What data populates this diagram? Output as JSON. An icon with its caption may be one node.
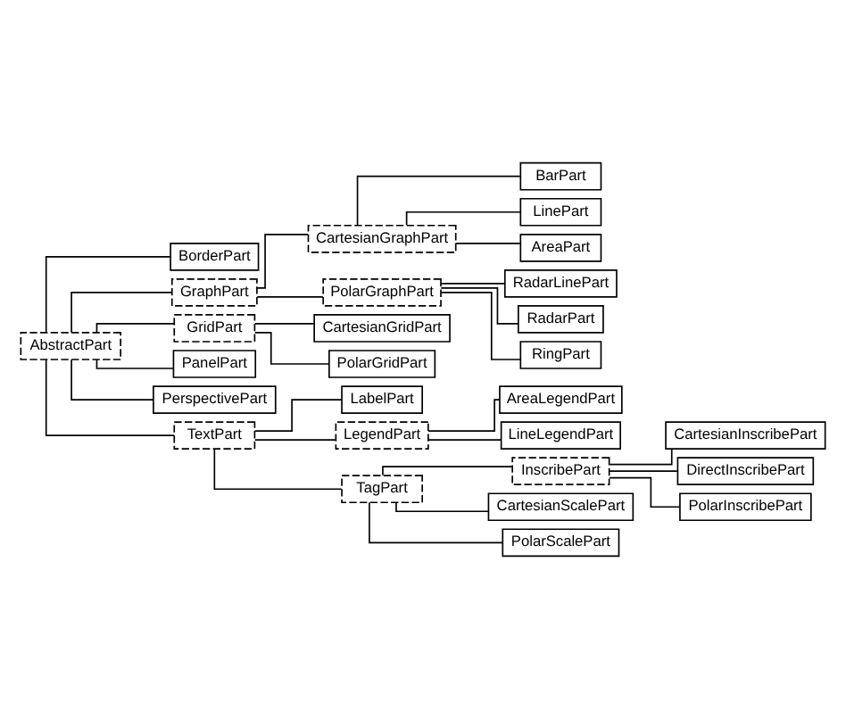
{
  "diagram": {
    "nodes": [
      {
        "text": [
          "AbstractPart"
        ]
      },
      {
        "text": [
          "BorderPart"
        ]
      },
      {
        "text": [
          "GraphPart"
        ]
      },
      {
        "text": [
          "CartesianGraphPart"
        ]
      },
      {
        "text": [
          "BarPart"
        ]
      },
      {
        "text": [
          "LinePart"
        ]
      },
      {
        "text": [
          "AreaPart"
        ]
      },
      {
        "text": [
          "PolarGraphPart"
        ]
      },
      {
        "text": [
          "RadarLinePart"
        ]
      },
      {
        "text": [
          "RadarPart"
        ]
      },
      {
        "text": [
          "RingPart"
        ]
      },
      {
        "text": [
          "GridPart"
        ]
      },
      {
        "text": [
          "CartesianGridPart"
        ]
      },
      {
        "text": [
          "PolarGridPart"
        ]
      },
      {
        "text": [
          "PanelPart"
        ]
      },
      {
        "text": [
          "PerspectivePart"
        ]
      },
      {
        "text": [
          "TextPart"
        ]
      },
      {
        "text": [
          "LabelPart"
        ]
      },
      {
        "text": [
          "LegendPart"
        ]
      },
      {
        "text": [
          "AreaLegendPart"
        ]
      },
      {
        "text": [
          "LineLegendPart"
        ]
      },
      {
        "text": [
          "TagPart"
        ]
      },
      {
        "text": [
          "InscribePart"
        ]
      },
      {
        "text": [
          "CartesianInscribePart"
        ]
      },
      {
        "text": [
          "DirectInscribePart"
        ]
      },
      {
        "text": [
          "PolarInscribePart"
        ]
      },
      {
        "text": [
          "CartesianScalePart"
        ]
      },
      {
        "text": [
          "PolarScalePart"
        ]
      }
    ],
    "edges": [
      {
        "from": 0,
        "to": 1,
        "arrow": "none"
      },
      {
        "from": 0,
        "to": 2,
        "arrow": "none"
      },
      {
        "from": 2,
        "to": 3,
        "arrow": "none"
      },
      {
        "from": 3,
        "to": 4,
        "arrow": "none"
      },
      {
        "from": 3,
        "to": 5,
        "arrow": "none"
      },
      {
        "from": 3,
        "to": 6,
        "arrow": "none"
      },
      {
        "from": 2,
        "to": 7,
        "arrow": "none"
      },
      {
        "from": 7,
        "to": 8,
        "arrow": "none"
      },
      {
        "from": 7,
        "to": 9,
        "arrow": "none"
      },
      {
        "from": 7,
        "to": 10,
        "arrow": "none"
      },
      {
        "from": 0,
        "to": 11,
        "arrow": "none"
      },
      {
        "from": 11,
        "to": 12,
        "arrow": "none"
      },
      {
        "from": 11,
        "to": 13,
        "arrow": "none"
      },
      {
        "from": 0,
        "to": 14,
        "arrow": "none"
      },
      {
        "from": 0,
        "to": 15,
        "arrow": "none"
      },
      {
        "from": 0,
        "to": 16,
        "arrow": "none"
      },
      {
        "from": 16,
        "to": 17,
        "arrow": "none"
      },
      {
        "from": 16,
        "to": 18,
        "arrow": "none"
      },
      {
        "from": 18,
        "to": 19,
        "arrow": "none"
      },
      {
        "from": 18,
        "to": 20,
        "arrow": "none"
      },
      {
        "from": 16,
        "to": 21,
        "arrow": "none"
      },
      {
        "from": 21,
        "to": 22,
        "arrow": "none"
      },
      {
        "from": 22,
        "to": 23,
        "arrow": "none"
      },
      {
        "from": 22,
        "to": 24,
        "arrow": "none"
      },
      {
        "from": 22,
        "to": 25,
        "arrow": "none"
      },
      {
        "from": 21,
        "to": 26,
        "arrow": "none"
      },
      {
        "from": 21,
        "to": 27,
        "arrow": "none"
      }
    ]
  }
}
